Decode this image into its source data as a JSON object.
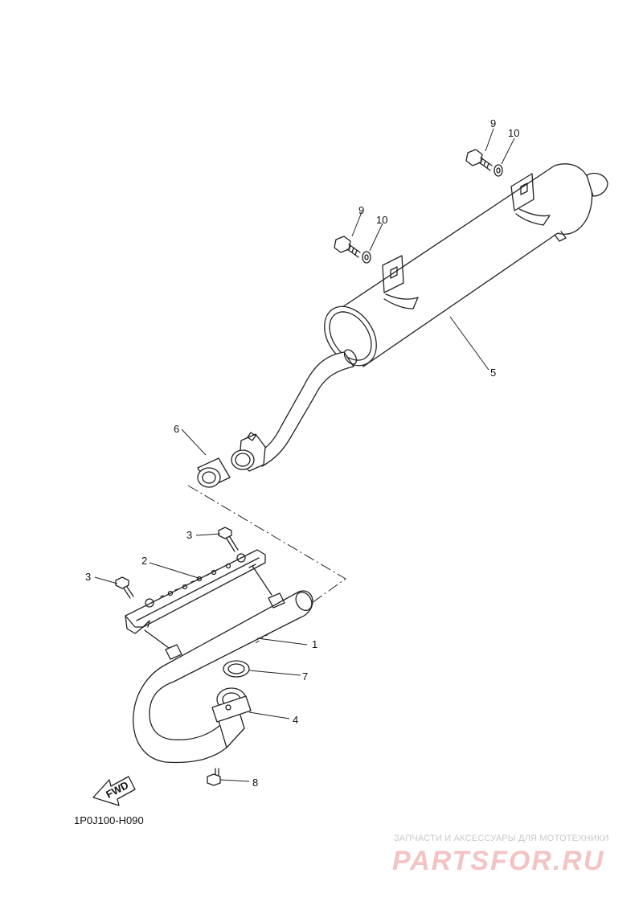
{
  "diagram_code": "1P0J100-H090",
  "direction_label": "FWD",
  "callouts": {
    "c1": "1",
    "c2": "2",
    "c3a": "3",
    "c3b": "3",
    "c4": "4",
    "c5": "5",
    "c6": "6",
    "c7": "7",
    "c8": "8",
    "c9a": "9",
    "c9b": "9",
    "c10a": "10",
    "c10b": "10"
  },
  "watermark": {
    "caption": "ЗАПЧАСТИ И АКСЕССУАРЫ ДЛЯ МОТОТЕХНИКИ",
    "logo": "PARTSFOR.RU"
  }
}
